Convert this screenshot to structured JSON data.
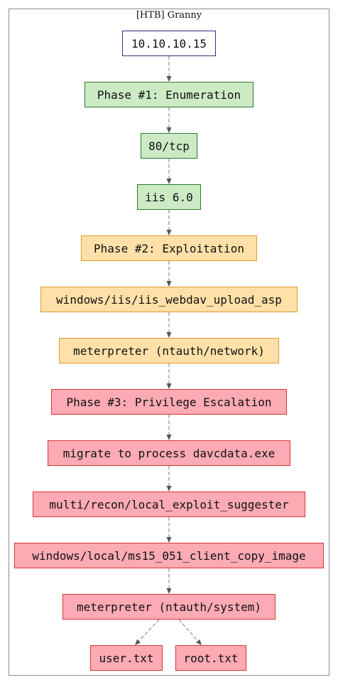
{
  "title": "[HTB] Granny",
  "colors": {
    "target": "#ffffff",
    "enumeration": "#ccebc5",
    "exploitation": "#fee0a8",
    "privilege_escalation": "#fcaab4",
    "edge": "#777777"
  },
  "nodes": [
    {
      "id": "target",
      "label": "10.10.10.15",
      "phase": "target"
    },
    {
      "id": "phase1",
      "label": "Phase #1: Enumeration",
      "phase": "enum"
    },
    {
      "id": "port80",
      "label": "80/tcp",
      "phase": "enum"
    },
    {
      "id": "iis",
      "label": "iis 6.0",
      "phase": "enum"
    },
    {
      "id": "phase2",
      "label": "Phase #2: Exploitation",
      "phase": "exploit"
    },
    {
      "id": "webdav",
      "label": "windows/iis/iis_webdav_upload_asp",
      "phase": "exploit"
    },
    {
      "id": "met_network",
      "label": "meterpreter (ntauth/network)",
      "phase": "exploit"
    },
    {
      "id": "phase3",
      "label": "Phase #3: Privilege Escalation",
      "phase": "privesc"
    },
    {
      "id": "migrate",
      "label": "migrate to process davcdata.exe",
      "phase": "privesc"
    },
    {
      "id": "suggester",
      "label": "multi/recon/local_exploit_suggester",
      "phase": "privesc"
    },
    {
      "id": "ms15",
      "label": "windows/local/ms15_051_client_copy_image",
      "phase": "privesc"
    },
    {
      "id": "met_system",
      "label": "meterpreter (ntauth/system)",
      "phase": "privesc"
    },
    {
      "id": "user",
      "label": "user.txt",
      "phase": "privesc"
    },
    {
      "id": "root",
      "label": "root.txt",
      "phase": "privesc"
    }
  ],
  "edges": [
    [
      "target",
      "phase1"
    ],
    [
      "phase1",
      "port80"
    ],
    [
      "port80",
      "iis"
    ],
    [
      "iis",
      "phase2"
    ],
    [
      "phase2",
      "webdav"
    ],
    [
      "webdav",
      "met_network"
    ],
    [
      "met_network",
      "phase3"
    ],
    [
      "phase3",
      "migrate"
    ],
    [
      "migrate",
      "suggester"
    ],
    [
      "suggester",
      "ms15"
    ],
    [
      "ms15",
      "met_system"
    ],
    [
      "met_system",
      "user"
    ],
    [
      "met_system",
      "root"
    ]
  ]
}
